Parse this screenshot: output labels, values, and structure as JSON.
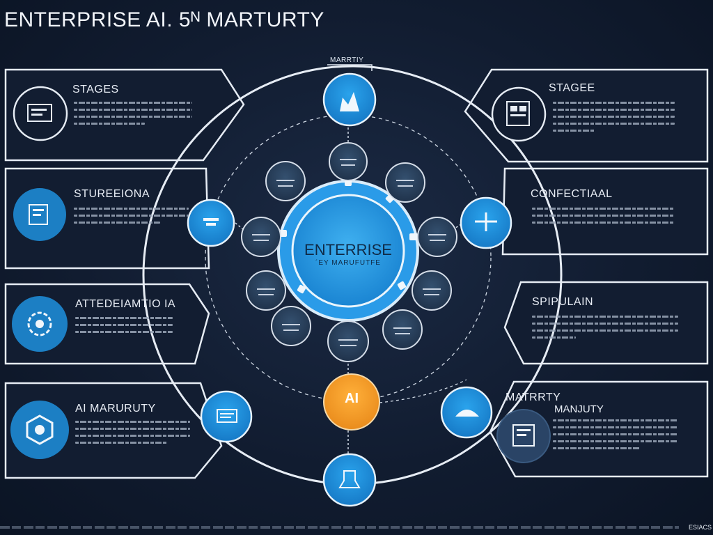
{
  "title": "ENTERPRISE AI. 5ᴺ MARTURTY",
  "frame_label": "MARRTIY",
  "center": {
    "line1": "ENTERRISE",
    "line2": "´EY MARUFUTFE"
  },
  "ai_badge": "AI",
  "panels": {
    "left": [
      {
        "title": "STAGES"
      },
      {
        "title": "STUREEIONA"
      },
      {
        "title": "ATTEDEIAMTIO IA"
      },
      {
        "title": "AI MARURUTY"
      }
    ],
    "right": [
      {
        "title": "STAGEE"
      },
      {
        "title": "CONFECTIAAL"
      },
      {
        "title": "SPIPULAIN"
      },
      {
        "title": "MATRRTY",
        "subtitle": "MANJUTY"
      }
    ]
  },
  "corner_label": "ESIACS",
  "colors": {
    "background": "#111c30",
    "accent": "#2196e0",
    "node_dark": "#2a3f5c",
    "ai_orange": "#f39a1f",
    "line": "#dfe6f0"
  }
}
